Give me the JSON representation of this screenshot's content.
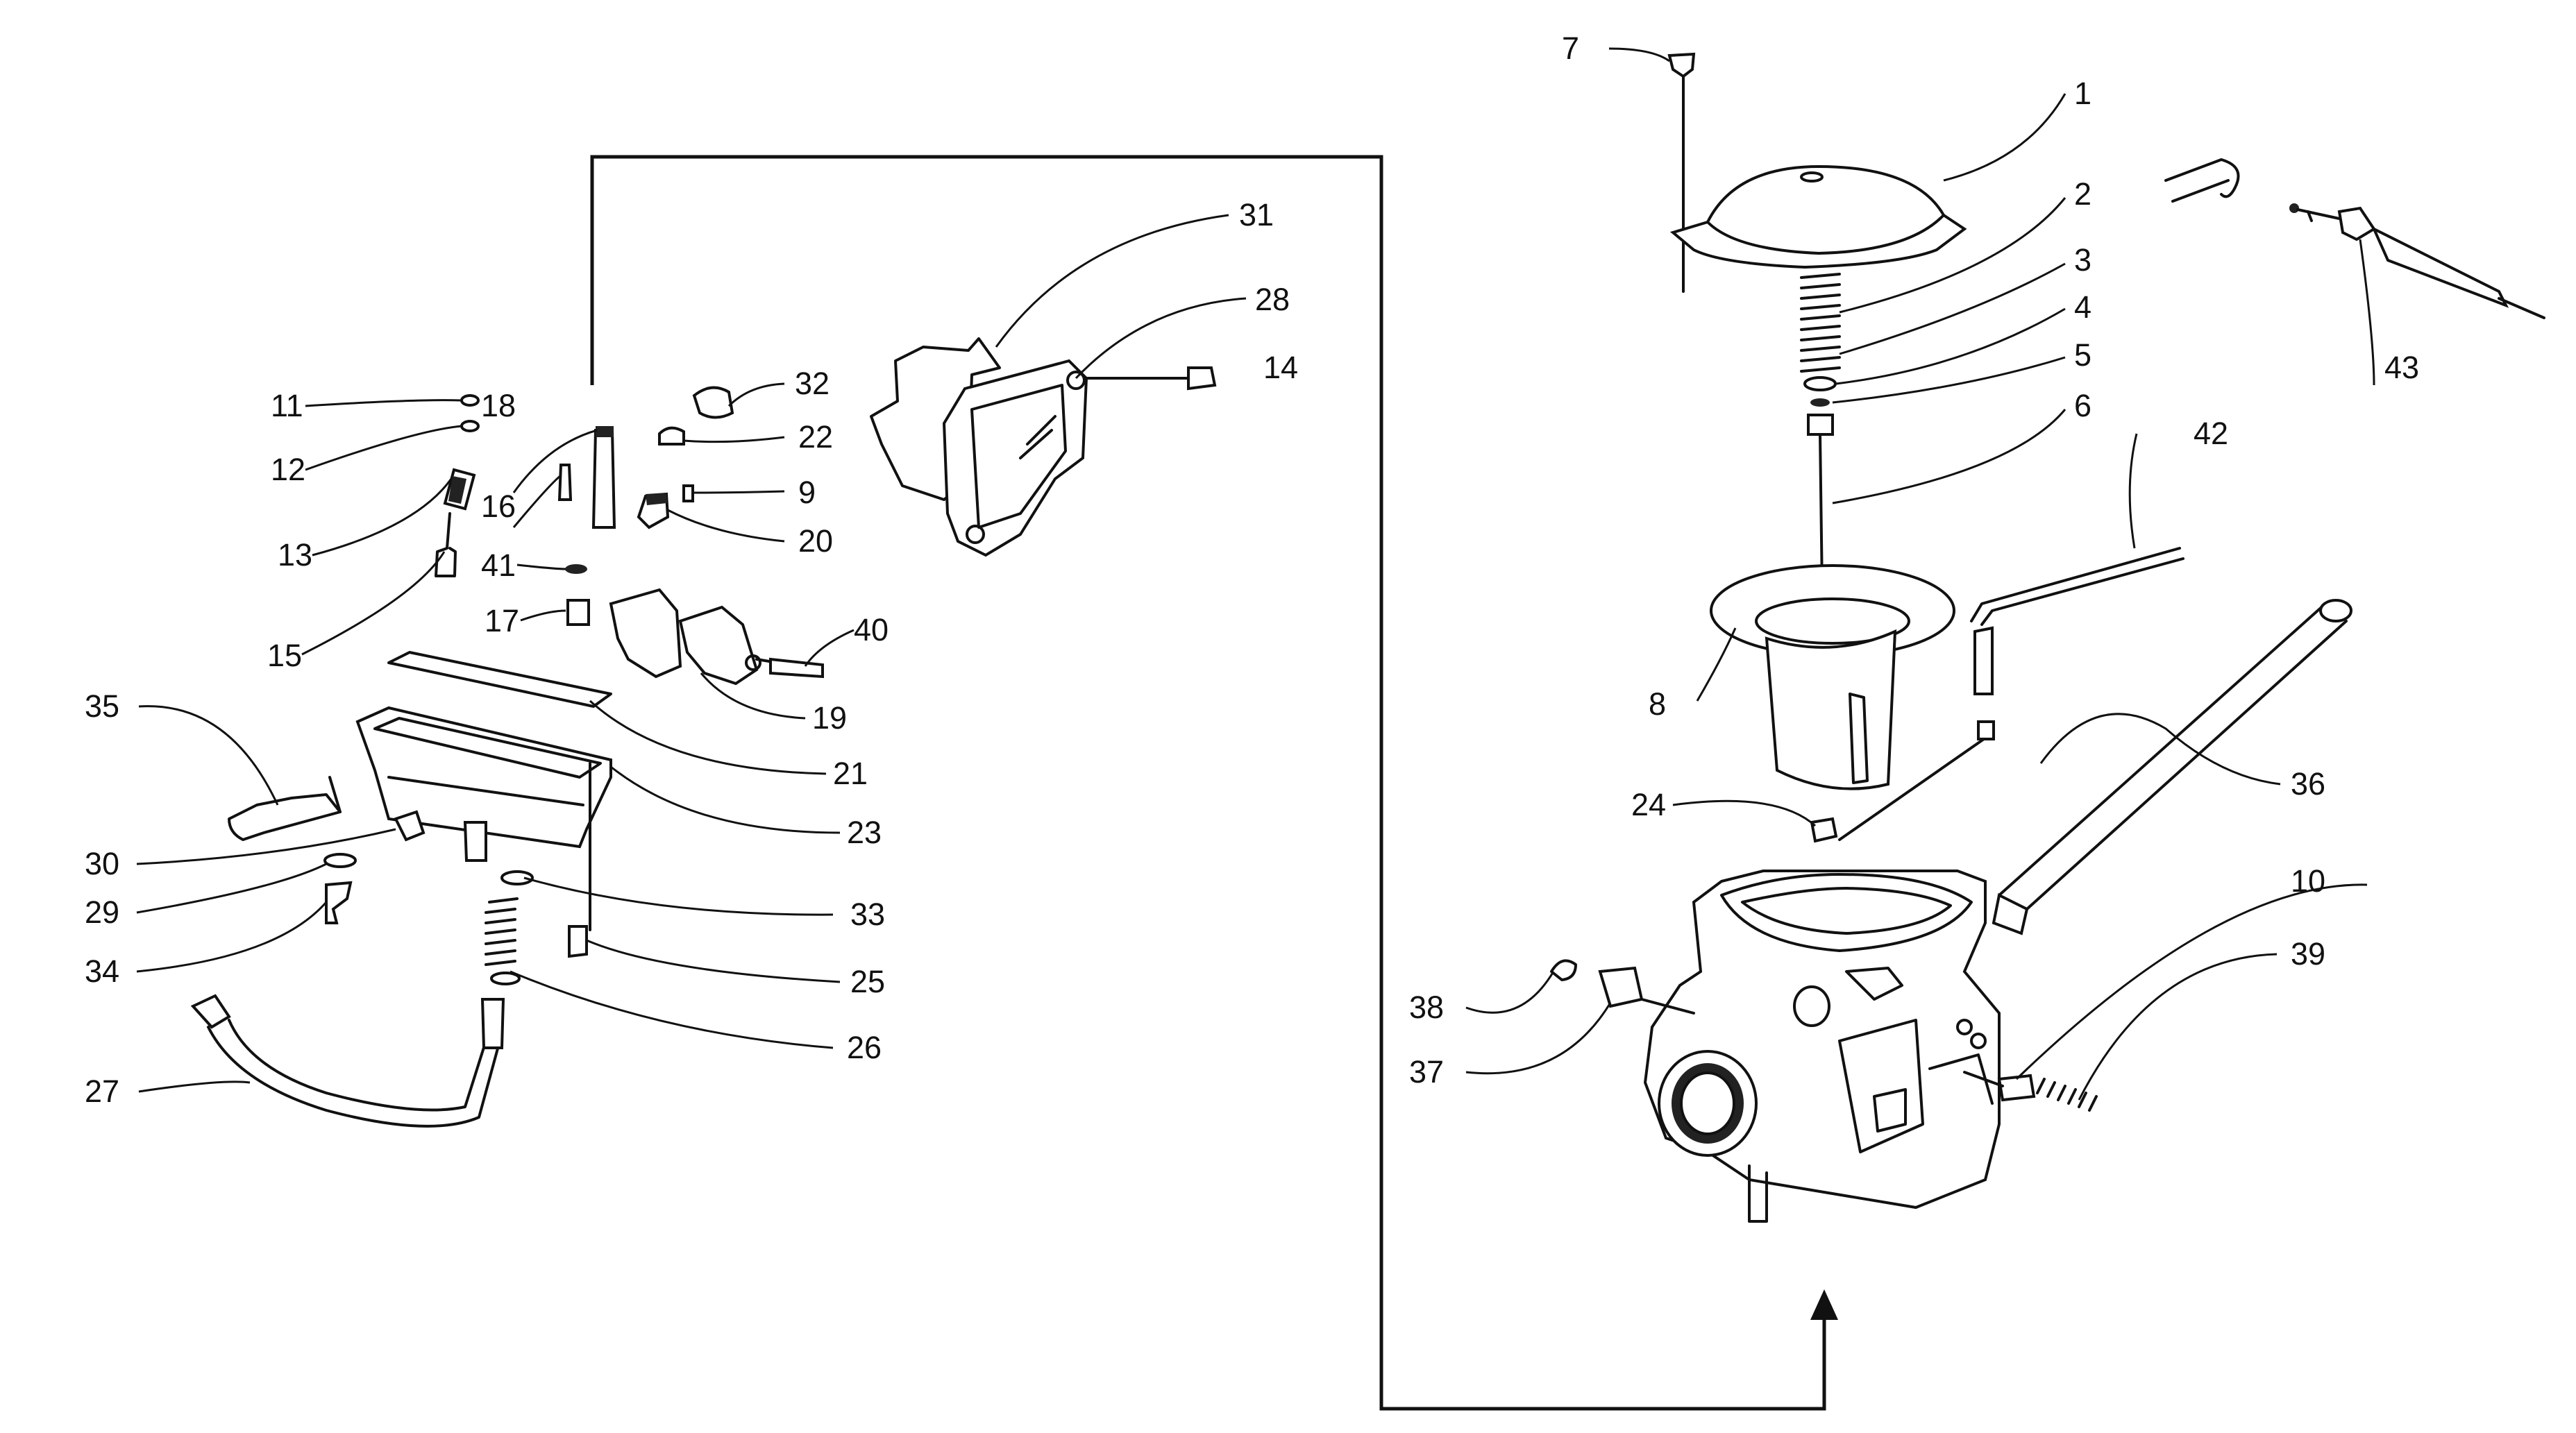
{
  "parts": [
    {
      "id": "p1",
      "number": "1"
    },
    {
      "id": "p2",
      "number": "2"
    },
    {
      "id": "p3",
      "number": "3"
    },
    {
      "id": "p4",
      "number": "4"
    },
    {
      "id": "p5",
      "number": "5"
    },
    {
      "id": "p6",
      "number": "6"
    },
    {
      "id": "p7",
      "number": "7"
    },
    {
      "id": "p8",
      "number": "8"
    },
    {
      "id": "p9",
      "number": "9"
    },
    {
      "id": "p10",
      "number": "10"
    },
    {
      "id": "p11",
      "number": "11"
    },
    {
      "id": "p12",
      "number": "12"
    },
    {
      "id": "p13",
      "number": "13"
    },
    {
      "id": "p14",
      "number": "14"
    },
    {
      "id": "p15",
      "number": "15"
    },
    {
      "id": "p16",
      "number": "16"
    },
    {
      "id": "p17",
      "number": "17"
    },
    {
      "id": "p18",
      "number": "18"
    },
    {
      "id": "p19",
      "number": "19"
    },
    {
      "id": "p20",
      "number": "20"
    },
    {
      "id": "p21",
      "number": "21"
    },
    {
      "id": "p22",
      "number": "22"
    },
    {
      "id": "p23",
      "number": "23"
    },
    {
      "id": "p24",
      "number": "24"
    },
    {
      "id": "p25",
      "number": "25"
    },
    {
      "id": "p26",
      "number": "26"
    },
    {
      "id": "p27",
      "number": "27"
    },
    {
      "id": "p28",
      "number": "28"
    },
    {
      "id": "p29",
      "number": "29"
    },
    {
      "id": "p30",
      "number": "30"
    },
    {
      "id": "p31",
      "number": "31"
    },
    {
      "id": "p32",
      "number": "32"
    },
    {
      "id": "p33",
      "number": "33"
    },
    {
      "id": "p34",
      "number": "34"
    },
    {
      "id": "p35",
      "number": "35"
    },
    {
      "id": "p36",
      "number": "36"
    },
    {
      "id": "p37",
      "number": "37"
    },
    {
      "id": "p38",
      "number": "38"
    },
    {
      "id": "p39",
      "number": "39"
    },
    {
      "id": "p40",
      "number": "40"
    },
    {
      "id": "p41",
      "number": "41"
    },
    {
      "id": "p42",
      "number": "42"
    },
    {
      "id": "p43",
      "number": "43"
    }
  ]
}
